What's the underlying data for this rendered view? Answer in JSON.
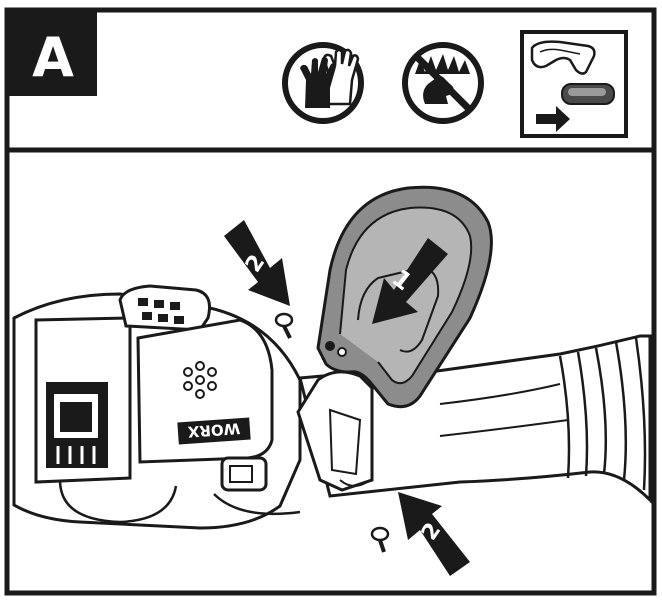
{
  "panel": {
    "label": "A",
    "colors": {
      "ink": "#1a1a1a",
      "guard_fill": "#8c8c8c",
      "guard_inner": "#b5b5b5",
      "paper": "#ffffff"
    }
  },
  "safety_icons": [
    {
      "icon": "gloves-icon"
    },
    {
      "icon": "no-hand-near-blade-icon"
    },
    {
      "icon": "guard-slide-on-icon"
    }
  ],
  "steps": {
    "step_1": "1",
    "step_2_top": "2",
    "step_2_bottom": "2"
  },
  "tool": {
    "brand_mark": "WORX"
  }
}
